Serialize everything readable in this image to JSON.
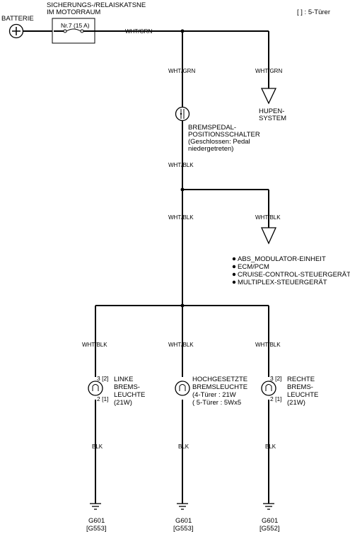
{
  "legend": {
    "text": "[  ] : 5-Türer"
  },
  "battery": {
    "label": "BATTERIE"
  },
  "fuse_box": {
    "title_line1": "SICHERUNGS-/RELAISKATSNE",
    "title_line2": "IM MOTORRAUM",
    "fuse_label": "Nr.7 (15 A)"
  },
  "wires": {
    "main": "WHT/GRN",
    "drop_left": "WHT/GRN",
    "drop_horn": "WHT/GRN",
    "switch_out": "WHT/BLK",
    "mid_left": "WHT/BLK",
    "mid_abs": "WHT/BLK",
    "lamp_left": "WHT/BLK",
    "lamp_center": "WHT/BLK",
    "lamp_right": "WHT/BLK",
    "gnd_left": "BLK",
    "gnd_center": "BLK",
    "gnd_right": "BLK"
  },
  "horn": {
    "line1": "HUPEN-",
    "line2": "SYSTEM"
  },
  "brake_switch": {
    "line1": "BREMSPEDAL-",
    "line2": "POSITIONSSCHALTER",
    "line3": "(Geschlossen: Pedal",
    "line4": "niedergetreten)"
  },
  "abs_items": [
    "ABS_MODULATOR-EINHEIT",
    "ECM/PCM",
    "CRUISE-CONTROL-STEUERGERÄT",
    "MULTIPLEX-STEUERGERÄT"
  ],
  "lamp_left": {
    "pin_top": "3 [2]",
    "pin_bottom": "2 [1]",
    "line1": "LINKE",
    "line2": "BREMS-",
    "line3": "LEUCHTE",
    "line4": "(21W)"
  },
  "lamp_center": {
    "line1": "HOCHGESETZTE",
    "line2": "BREMSLEUCHTE",
    "line3": "(4-Türer : 21W",
    "line4": "( 5-Türer : 5Wx5"
  },
  "lamp_right": {
    "pin_top": "3 [2]",
    "pin_bottom": "2 [1]",
    "line1": "RECHTE",
    "line2": "BREMS-",
    "line3": "LEUCHTE",
    "line4": "(21W)"
  },
  "grounds": [
    {
      "name": "G601",
      "alt": "[G553]"
    },
    {
      "name": "G601",
      "alt": "[G553]"
    },
    {
      "name": "G601",
      "alt": "[G552]"
    }
  ]
}
